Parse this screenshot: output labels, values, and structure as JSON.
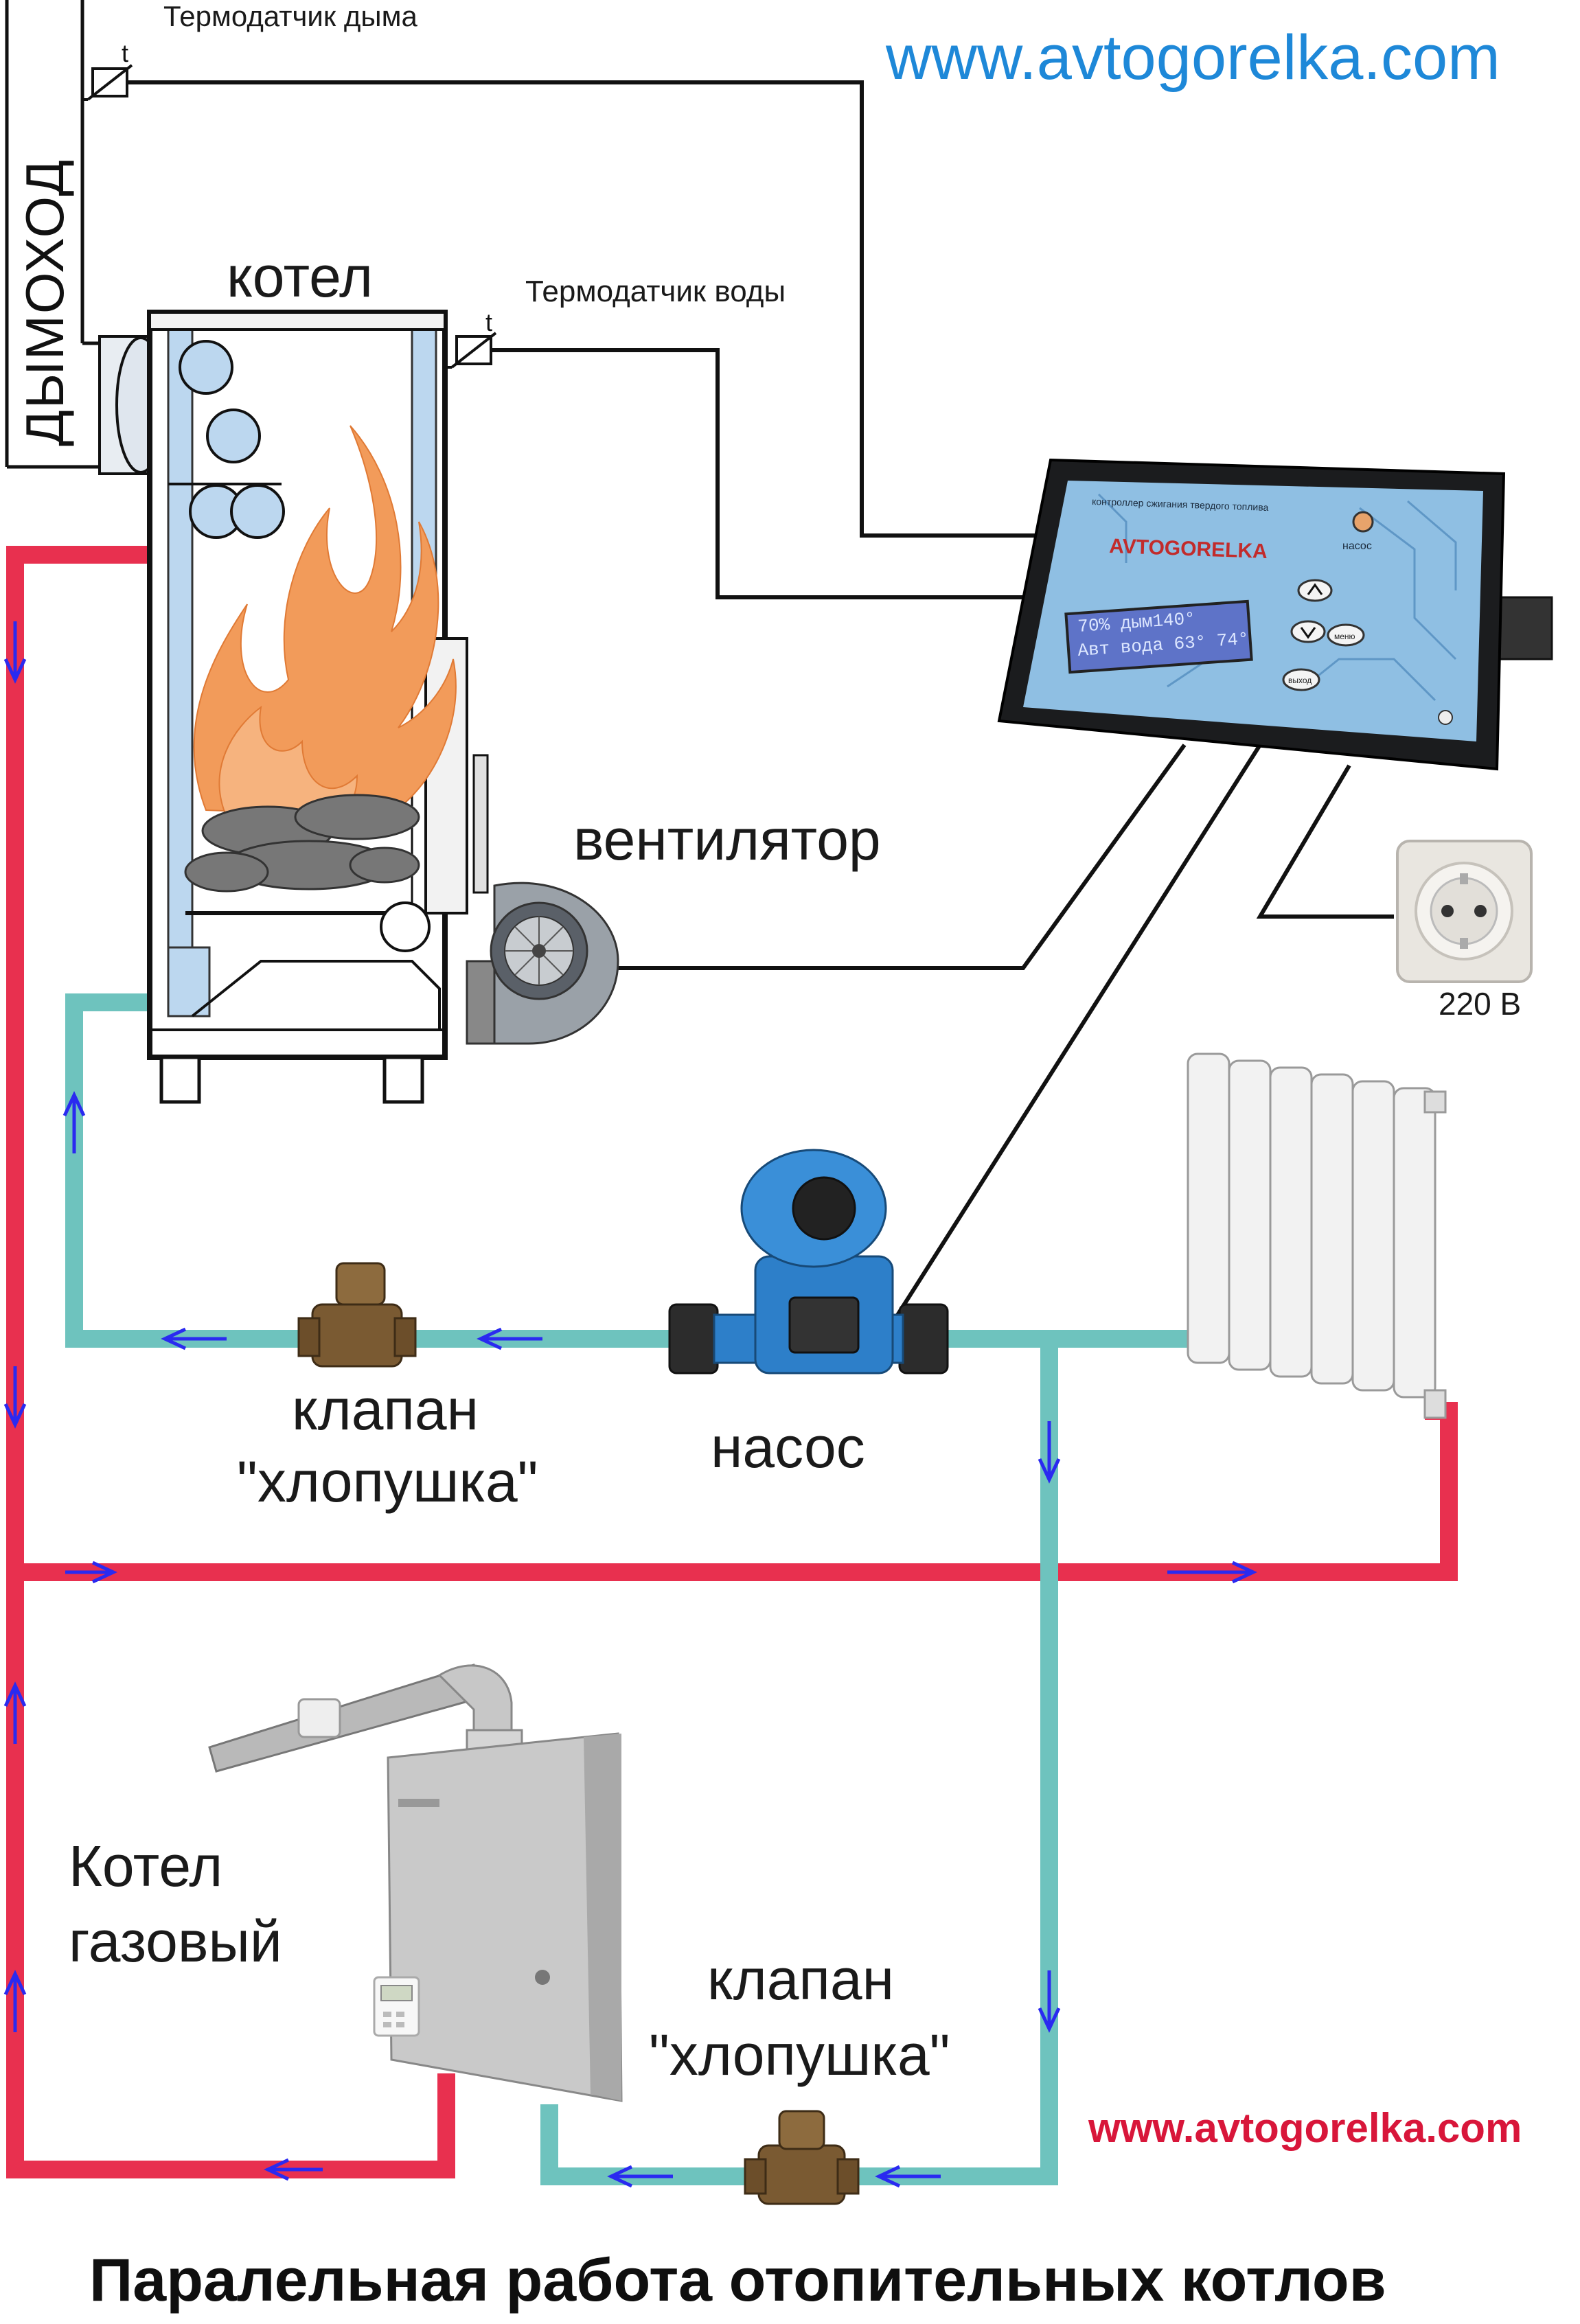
{
  "labels": {
    "smoke_sensor": "Термодатчик дыма",
    "chimney": "ДЫМОХОД",
    "boiler": "котел",
    "water_sensor": "Термодатчик воды",
    "fan": "вентилятор",
    "voltage": "220 В",
    "valve_top_line1": "клапан",
    "valve_top_line2": "\"хлопушка\"",
    "pump": "насос",
    "gas_boiler_line1": "Котел",
    "gas_boiler_line2": "газовый",
    "valve_bottom_line1": "клапан",
    "valve_bottom_line2": "\"хлопушка\"",
    "sensor_symbol_smoke": "t",
    "sensor_symbol_water": "t",
    "title": "Паралельная работа отопительных котлов"
  },
  "urls": {
    "top": "www.avtogorelka.com",
    "bottom": "www.avtogorelka.com"
  },
  "controller": {
    "brand": "AVTOGORELKA",
    "caption": "контроллер сжигания твердого топлива",
    "pump_led_label": "насос",
    "display_line1": "70% дым140°",
    "display_line2": "Авт вода 63° 74°",
    "button_menu": "меню",
    "button_exit": "выход"
  },
  "colors": {
    "hot_pipe": "#e8304f",
    "return_pipe": "#6ec3be",
    "flow_arrow": "#2a2af0",
    "wire": "#111111",
    "url_blue": "#1e88d8",
    "url_red": "#d8163a",
    "flame": "#f29b5a",
    "water_jacket": "#bcd7ef"
  },
  "icons": [
    "temperature-sensor-icon",
    "boiler-icon",
    "flame-icon",
    "fan-icon",
    "controller-icon",
    "power-socket-icon",
    "radiator-icon",
    "pump-icon",
    "check-valve-icon",
    "gas-boiler-icon",
    "room-thermostat-icon",
    "flow-arrow-icon"
  ]
}
